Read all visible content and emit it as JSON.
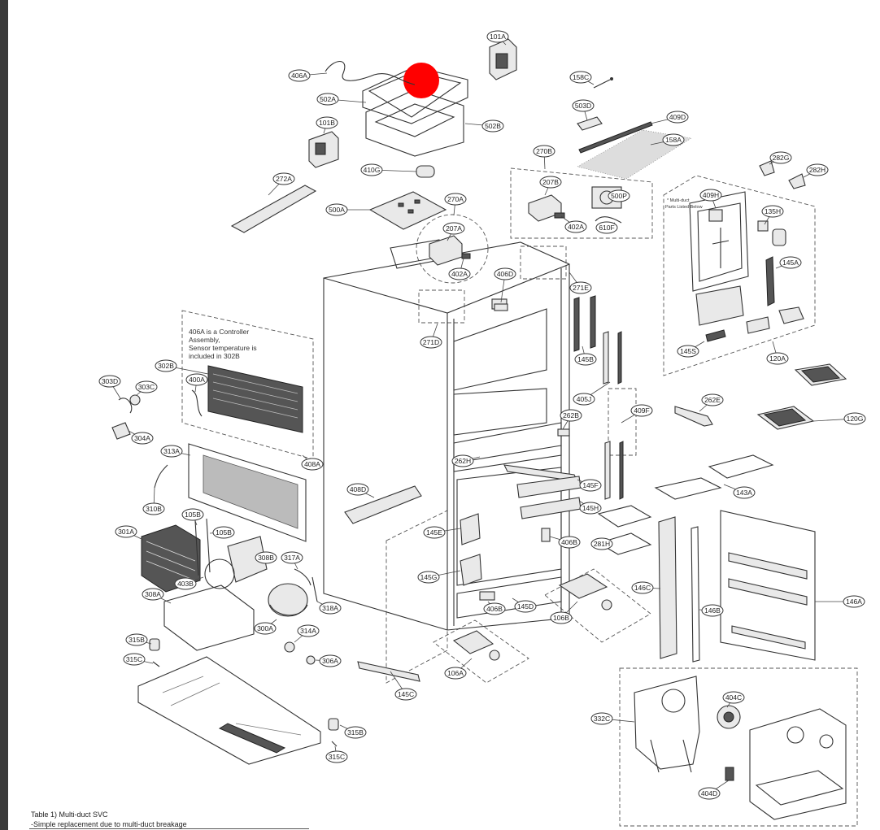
{
  "callouts": [
    {
      "label": "406A"
    },
    {
      "label": "502A"
    },
    {
      "label": "502B"
    },
    {
      "label": "101A"
    },
    {
      "label": "158C"
    },
    {
      "label": "503D"
    },
    {
      "label": "409D"
    },
    {
      "label": "158A"
    },
    {
      "label": "101B"
    },
    {
      "label": "410G"
    },
    {
      "label": "270B"
    },
    {
      "label": "207B"
    },
    {
      "label": "500P"
    },
    {
      "label": "402A"
    },
    {
      "label": "610F"
    },
    {
      "label": "272A"
    },
    {
      "label": "500A"
    },
    {
      "label": "270A"
    },
    {
      "label": "207A"
    },
    {
      "label": "402A"
    },
    {
      "label": "406D"
    },
    {
      "label": "271E"
    },
    {
      "label": "271D"
    },
    {
      "label": "282G"
    },
    {
      "label": "282H"
    },
    {
      "label": "409H"
    },
    {
      "label": "135H"
    },
    {
      "label": "145A"
    },
    {
      "label": "145S"
    },
    {
      "label": "120A"
    },
    {
      "label": "145B"
    },
    {
      "label": "405J"
    },
    {
      "label": "409F"
    },
    {
      "label": "262E"
    },
    {
      "label": "262B"
    },
    {
      "label": "120G"
    },
    {
      "label": "302B"
    },
    {
      "label": "400A"
    },
    {
      "label": "303D"
    },
    {
      "label": "303C"
    },
    {
      "label": "304A"
    },
    {
      "label": "313A"
    },
    {
      "label": "408A"
    },
    {
      "label": "262H"
    },
    {
      "label": "145F"
    },
    {
      "label": "143A"
    },
    {
      "label": "408D"
    },
    {
      "label": "310B"
    },
    {
      "label": "145H"
    },
    {
      "label": "105B"
    },
    {
      "label": "301A"
    },
    {
      "label": "105B"
    },
    {
      "label": "145E"
    },
    {
      "label": "406B"
    },
    {
      "label": "281H"
    },
    {
      "label": "308B"
    },
    {
      "label": "317A"
    },
    {
      "label": "403B"
    },
    {
      "label": "145G"
    },
    {
      "label": "146C"
    },
    {
      "label": "308A"
    },
    {
      "label": "318A"
    },
    {
      "label": "406B"
    },
    {
      "label": "145D"
    },
    {
      "label": "106B"
    },
    {
      "label": "146B"
    },
    {
      "label": "146A"
    },
    {
      "label": "300A"
    },
    {
      "label": "314A"
    },
    {
      "label": "315B"
    },
    {
      "label": "306A"
    },
    {
      "label": "315C"
    },
    {
      "label": "106A"
    },
    {
      "label": "145C"
    },
    {
      "label": "404C"
    },
    {
      "label": "332C"
    },
    {
      "label": "315B"
    },
    {
      "label": "315C"
    },
    {
      "label": "404D"
    }
  ],
  "notes": {
    "controller_note": [
      "406A is a Controller",
      "Assembly,",
      "Sensor temperature is",
      "included in 302B"
    ],
    "multiduct_note": [
      "* Multi-duct",
      "Parts Listed Below"
    ]
  },
  "caption": {
    "line1": "Table 1) Multi-duct SVC",
    "line2": "-Simple replacement due to multi-duct breakage"
  },
  "colors": {
    "marker": "#ff0000",
    "line": "#333333",
    "left_bar": "#3a3a3a"
  }
}
